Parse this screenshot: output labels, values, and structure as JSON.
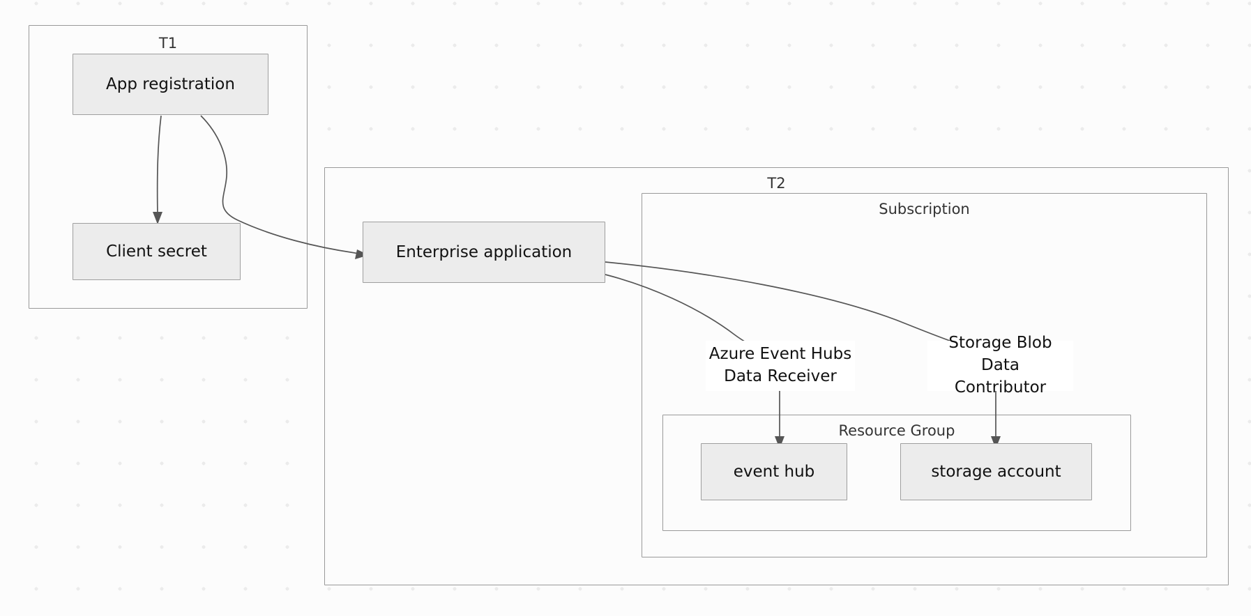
{
  "diagram": {
    "title": "Azure cross-tenant app registration and role assignment diagram",
    "background_color": "#fcfcfc",
    "dot_grid_color": "#ebebeb",
    "node_fill": "#ececec",
    "node_border": "#9e9e9e",
    "cluster_border": "#999999",
    "edge_color": "#555555"
  },
  "clusters": {
    "t1": {
      "label": "T1"
    },
    "t2": {
      "label": "T2"
    },
    "subscription": {
      "label": "Subscription"
    },
    "resource_group": {
      "label": "Resource Group"
    }
  },
  "nodes": {
    "app_registration": {
      "label": "App registration"
    },
    "client_secret": {
      "label": "Client secret"
    },
    "enterprise_application": {
      "label": "Enterprise application"
    },
    "event_hub": {
      "label": "event hub"
    },
    "storage_account": {
      "label": "storage account"
    }
  },
  "edge_labels": {
    "event_hubs_role": {
      "label": "Azure Event Hubs\nData Receiver"
    },
    "storage_role": {
      "label": "Storage Blob Data\nContributor"
    }
  },
  "edges": [
    {
      "from": "app_registration",
      "to": "client_secret",
      "arrow": true,
      "label": ""
    },
    {
      "from": "app_registration",
      "to": "enterprise_application",
      "arrow": true,
      "label": ""
    },
    {
      "from": "enterprise_application",
      "to": "event_hub",
      "arrow": true,
      "label": "Azure Event Hubs Data Receiver"
    },
    {
      "from": "enterprise_application",
      "to": "storage_account",
      "arrow": true,
      "label": "Storage Blob Data Contributor"
    }
  ]
}
